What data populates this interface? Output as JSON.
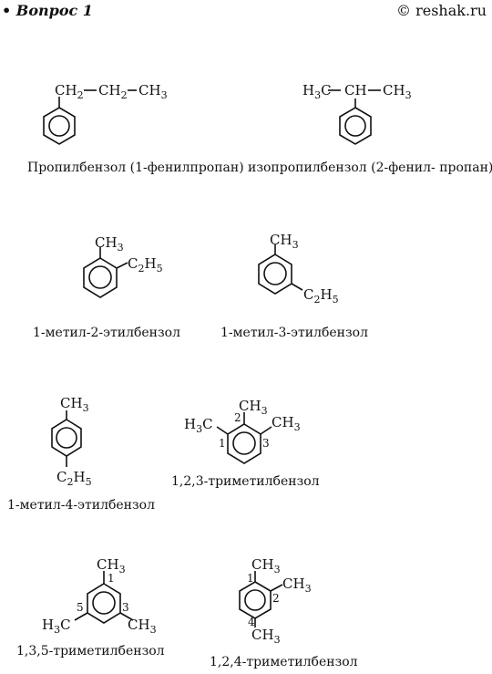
{
  "header": {
    "question": "• Вопрос 1",
    "source": "© reshak.ru"
  },
  "compounds": [
    {
      "name": "Пропилбензол (1-фенилпропан)",
      "formula": [
        "CH2",
        "CH2",
        "CH3"
      ]
    },
    {
      "name": "изопропилбензол (2-фенил- пропан)",
      "formula": [
        "H3C",
        "CH",
        "CH3"
      ]
    },
    {
      "name": "1-метил-2-этилбензол",
      "substituents": [
        "CH3",
        "C2H5"
      ]
    },
    {
      "name": "1-метил-3-этилбензол",
      "substituents": [
        "CH3",
        "C2H5"
      ]
    },
    {
      "name": "1-метил-4-этилбензол",
      "substituents": [
        "CH3",
        "C2H5"
      ]
    },
    {
      "name": "1,2,3-триметилбензол",
      "substituents": [
        "H3C",
        "CH3",
        "CH3"
      ],
      "positions": [
        "1",
        "2",
        "3"
      ]
    },
    {
      "name": "1,3,5-триметилбензол",
      "substituents": [
        "CH3",
        "H3C",
        "CH3"
      ],
      "positions": [
        "1",
        "5",
        "3"
      ]
    },
    {
      "name": "1,2,4-триметилбензол",
      "substituents": [
        "CH3",
        "CH3",
        "CH3"
      ],
      "positions": [
        "1",
        "2",
        "4"
      ]
    }
  ]
}
